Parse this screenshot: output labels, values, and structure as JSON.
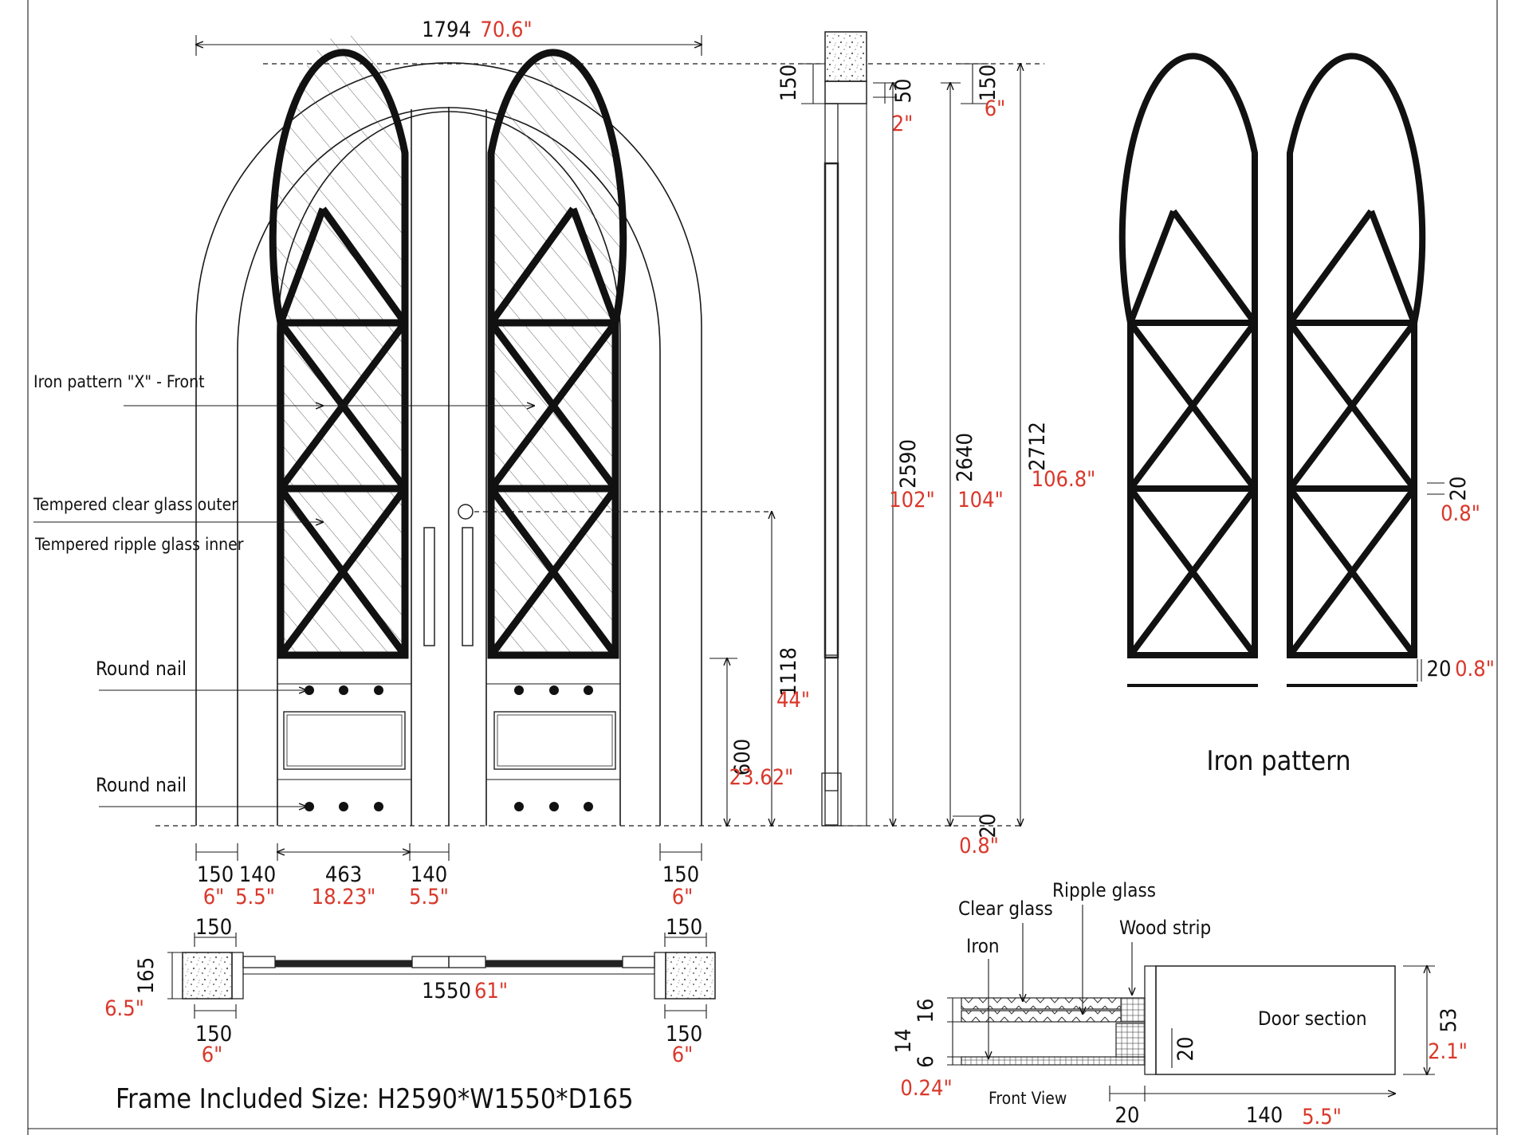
{
  "labels": {
    "iron_pattern_front": "Iron pattern \"X\" - Front",
    "tempered_outer": "Tempered clear glass outer",
    "tempered_inner": "Tempered ripple glass inner",
    "round_nail_top": "Round nail",
    "round_nail_bottom": "Round nail",
    "iron_pattern_title": "Iron pattern",
    "frame_size": "Frame Included Size:  H2590*W1550*D165",
    "clear_glass": "Clear glass",
    "ripple_glass": "Ripple glass",
    "wood_strip": "Wood strip",
    "iron": "Iron",
    "door_section": "Door section",
    "front_view": "Front View"
  },
  "dims": {
    "top_width_mm": "1794",
    "top_width_in": "70.6\"",
    "sec_150": "150",
    "sec_50": "50",
    "sec_2in": "2\"",
    "top_150": "150",
    "top_6in": "6\"",
    "h2590": "2590",
    "h2590_in": "102\"",
    "h2640": "2640",
    "h2640_in": "104\"",
    "h2712": "2712",
    "h2712_in": "106.8\"",
    "h1118": "1118",
    "h1118_in": "44\"",
    "h600": "600",
    "h600_in": "23.62\"",
    "b20": "20",
    "b20_in": "0.8\"",
    "bw": [
      {
        "mm": "150",
        "in": "6\""
      },
      {
        "mm": "140",
        "in": "5.5\""
      },
      {
        "mm": "463",
        "in": "18.23\""
      },
      {
        "mm": "140",
        "in": "5.5\""
      },
      {
        "mm": "150",
        "in": "6\""
      }
    ],
    "plan_150_tl": "150",
    "plan_150_tr": "150",
    "plan_165": "165",
    "plan_165_in": "6.5\"",
    "plan_1550": "1550",
    "plan_1550_in": "61\"",
    "plan_150_bl": "150",
    "plan_6_bl": "6\"",
    "plan_150_br": "150",
    "plan_6_br": "6\"",
    "ip_20_mid": "20",
    "ip_20_mid_in": "0.8\"",
    "ip_20_bot": "20",
    "ip_20_bot_in": "0.8\"",
    "ds_16": "16",
    "ds_14": "14",
    "ds_6": "6",
    "ds_024": "0.24\"",
    "ds_20v": "20",
    "ds_53": "53",
    "ds_53_in": "2.1\"",
    "ds_20": "20",
    "ds_140": "140",
    "ds_55": "5.5\""
  }
}
